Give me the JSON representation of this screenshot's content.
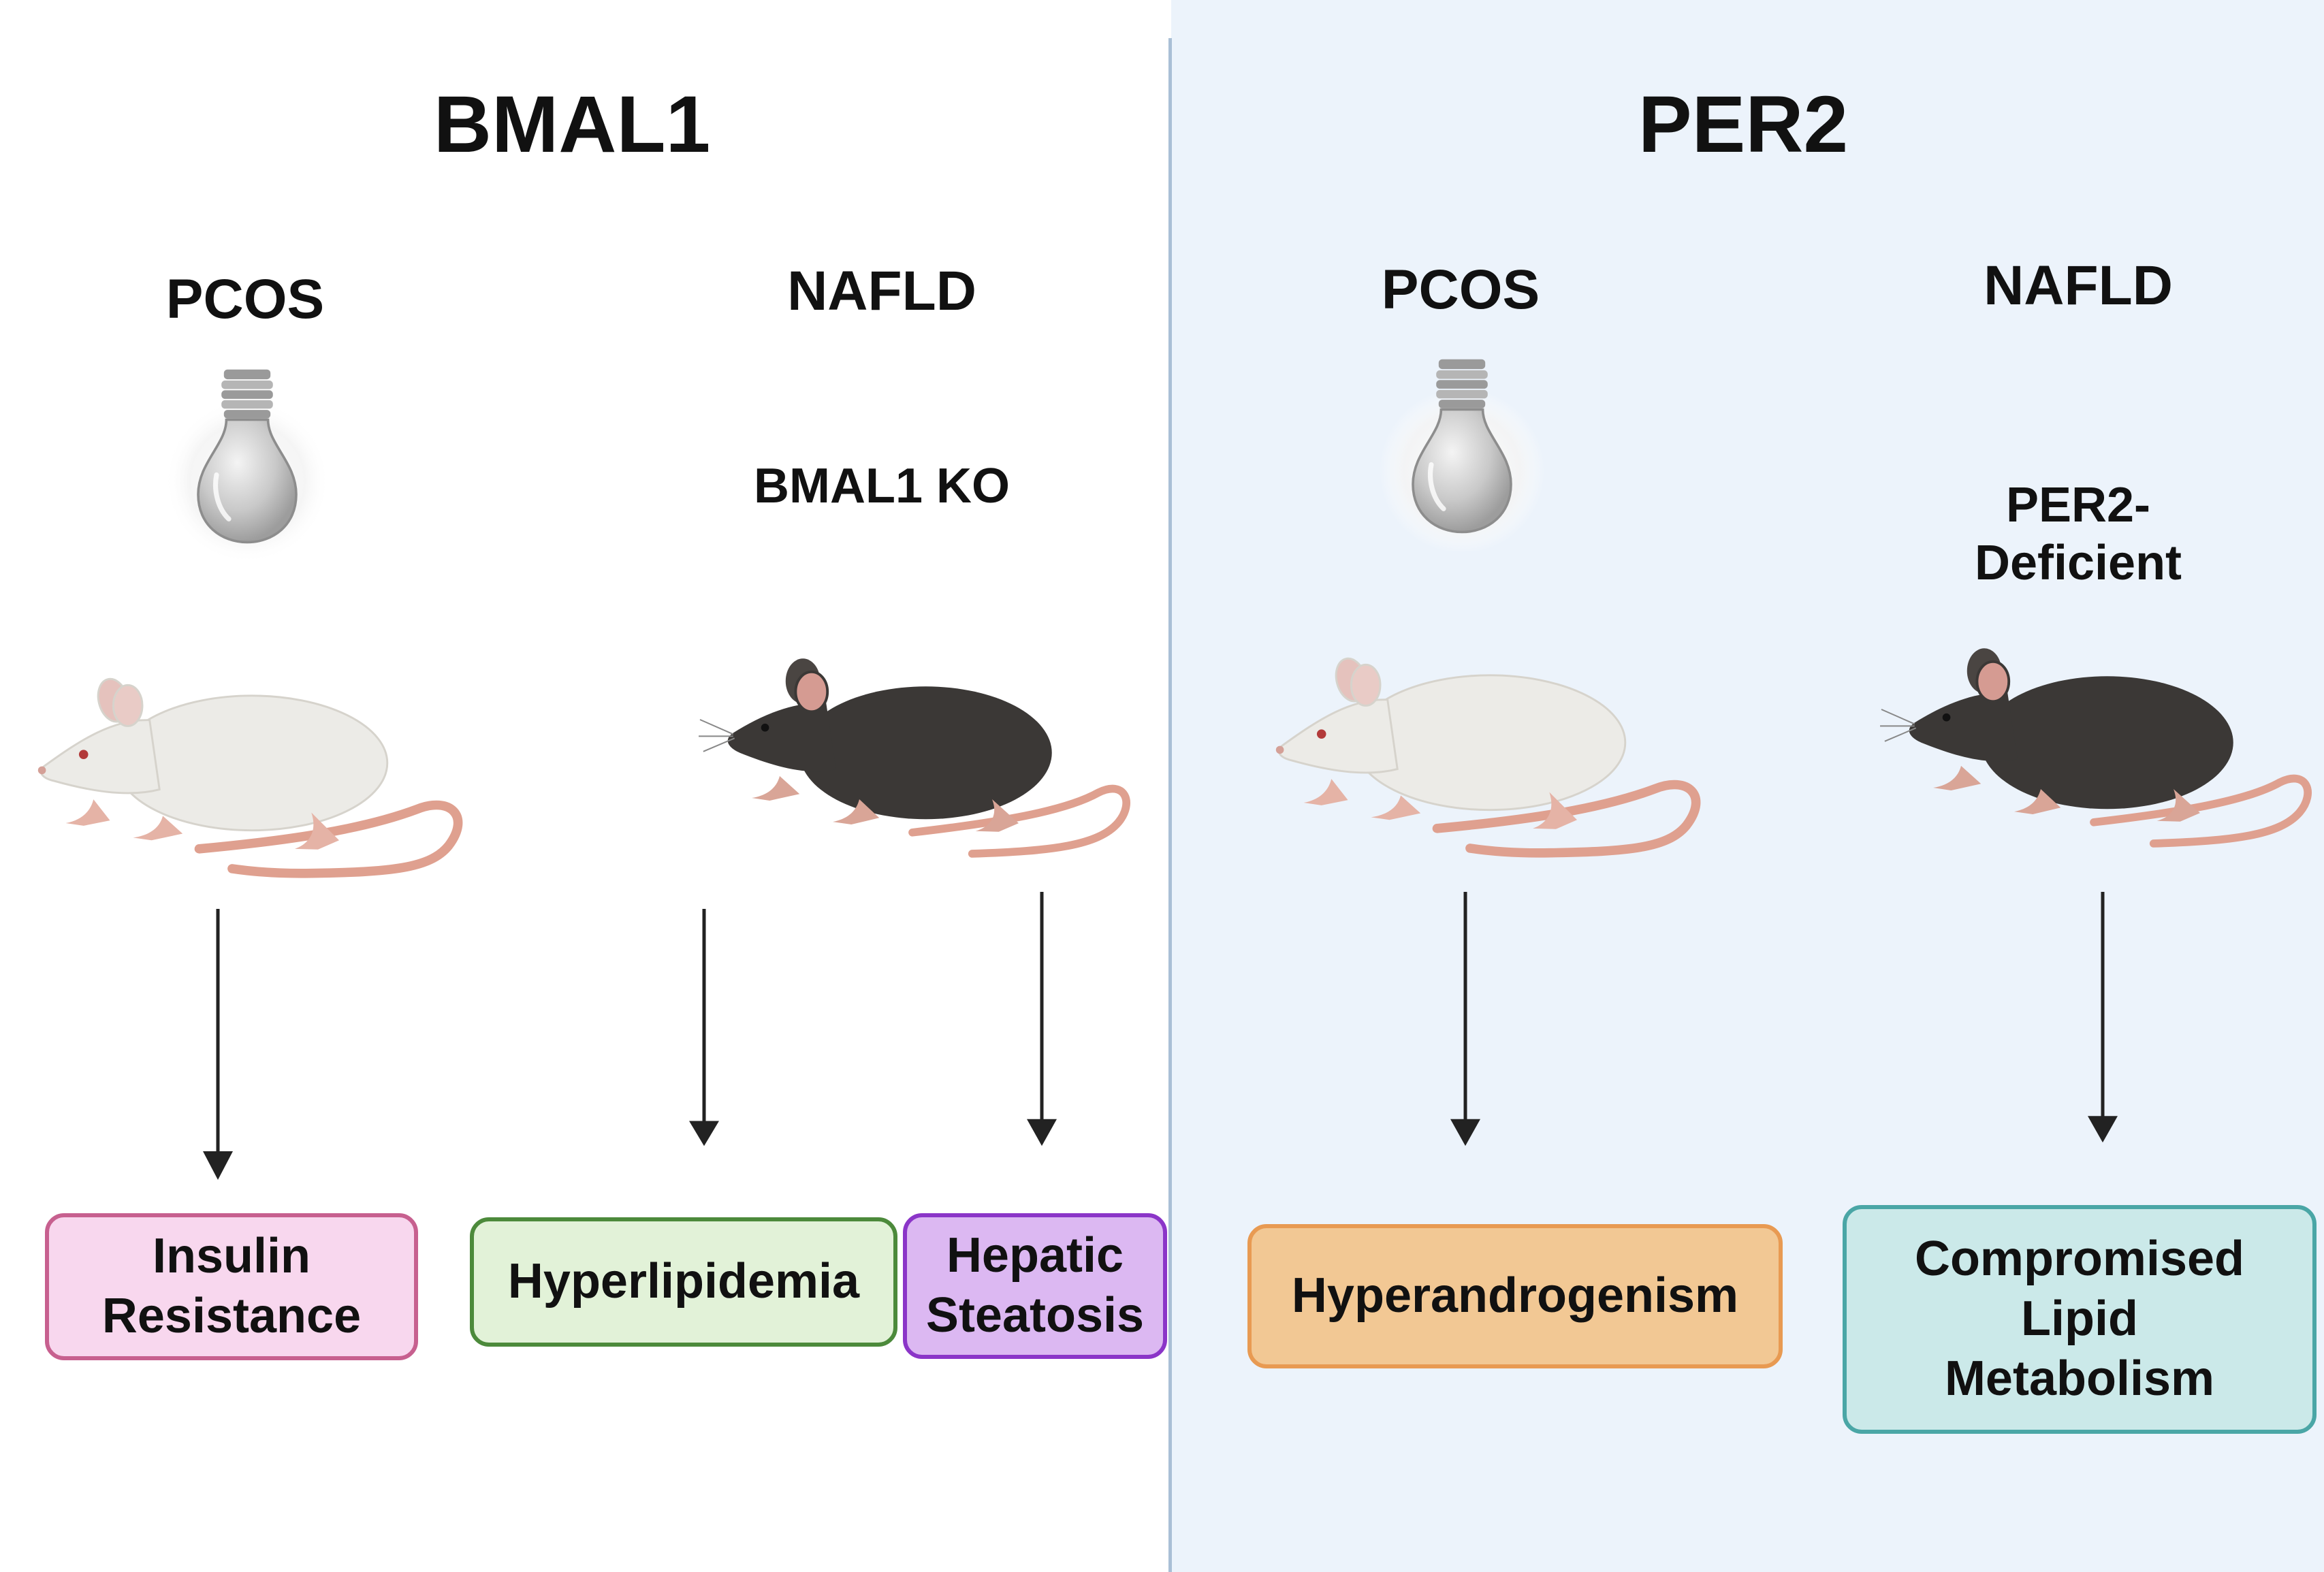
{
  "headers": {
    "left": "BMAL1",
    "right": "PER2"
  },
  "columns": {
    "bmal1_pcos": {
      "condition": "PCOS",
      "outcomes": [
        {
          "text": "Insulin\nResistance",
          "fill": "#f8d7ee",
          "border": "#c7608f"
        }
      ]
    },
    "bmal1_nafld": {
      "condition": "NAFLD",
      "model": "BMAL1 KO",
      "outcomes": [
        {
          "text": "Hyperlipidemia",
          "fill": "#e2f2d8",
          "border": "#4c8a3b"
        },
        {
          "text": "Hepatic\nSteatosis",
          "fill": "#dcb8f2",
          "border": "#8b35c8"
        }
      ]
    },
    "per2_pcos": {
      "condition": "PCOS",
      "outcomes": [
        {
          "text": "Hyperandrogenism",
          "fill": "#f2c894",
          "border": "#e89a52"
        }
      ]
    },
    "per2_nafld": {
      "condition": "NAFLD",
      "model": "PER2-\nDeficient",
      "outcomes": [
        {
          "text": "Compromised\nLipid\nMetabolism",
          "fill": "#cbe9e9",
          "border": "#4aa6a6"
        }
      ]
    }
  },
  "colors": {
    "divider": "#a9bfd6",
    "right_panel_bg": "#ecf3fb",
    "white_rat": "#ece9e4",
    "black_mouse": "#3a3735",
    "tail": "#e2a593",
    "arrow": "#222222"
  },
  "icons": [
    "light-bulb-icon",
    "white-rat-icon",
    "black-mouse-icon",
    "down-arrow-icon"
  ]
}
